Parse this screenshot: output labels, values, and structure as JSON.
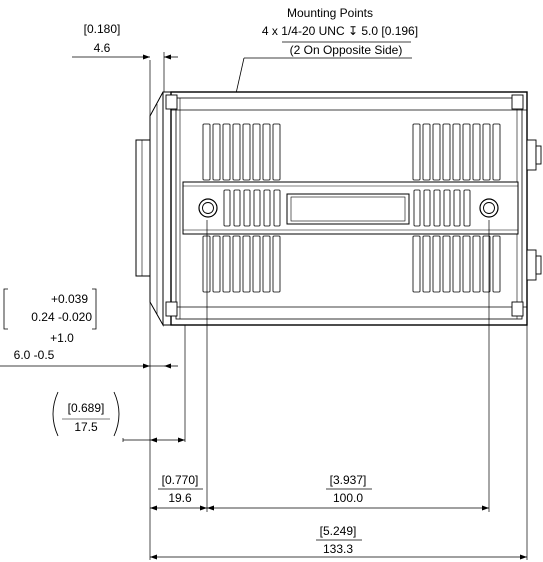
{
  "note": {
    "title": "Mounting Points",
    "line2": "4 x 1/4-20 UNC ↧ 5.0 [0.196]",
    "line3": "(2 On Opposite Side)"
  },
  "dims": {
    "lens_flange": {
      "inch": "[0.180]",
      "mm": "4.6"
    },
    "thread_tol": {
      "inch_plus": "+0.039",
      "inch_base": "0.24 -0.020",
      "mm_plus": "+1.0",
      "mm_base": "6.0 -0.5"
    },
    "mount_depth": {
      "inch": "[0.689]",
      "mm": "17.5"
    },
    "front_offset": {
      "inch": "[0.770]",
      "mm": "19.6"
    },
    "hole_spacing": {
      "inch": "[3.937]",
      "mm": "100.0"
    },
    "overall": {
      "inch": "[5.249]",
      "mm": "133.3"
    }
  }
}
